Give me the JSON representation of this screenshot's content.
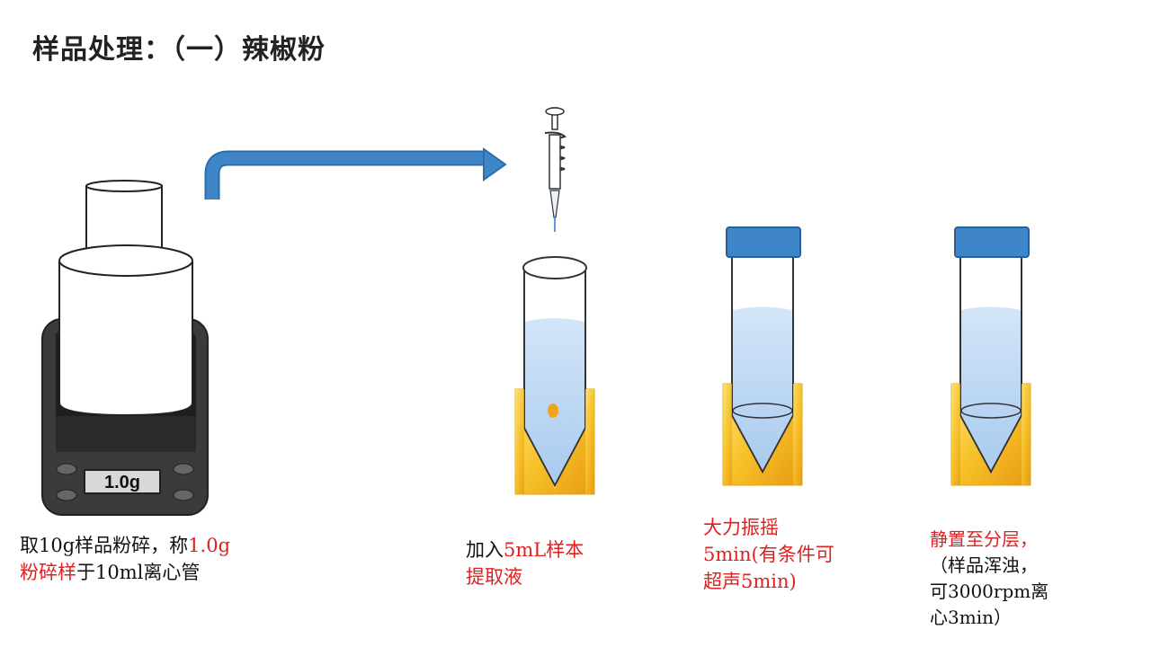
{
  "title": "样品处理：（一）辣椒粉",
  "scale": {
    "display": "1.0g"
  },
  "steps": [
    {
      "line1_a": "取10g样品粉碎，称",
      "line1_b": "1.0g",
      "line2_a": "粉碎样",
      "line2_b": "于10ml离心管"
    },
    {
      "line1_a": "加入",
      "line1_b": "5mL样本",
      "line2": "提取液"
    },
    {
      "line1": "大力振摇",
      "line2": "5min(有条件可",
      "line3": "超声5min)"
    },
    {
      "line1": "静置至分层，",
      "line2": "（样品浑浊，",
      "line3": "可3000rpm离",
      "line4": "心3min）"
    }
  ],
  "colors": {
    "arrow": "#3f86c9",
    "cap": "#3f86c9",
    "liquid": "#bcd6f2",
    "rack": "#f7c429",
    "scale_body": "#454545",
    "red_text": "#e02020"
  }
}
